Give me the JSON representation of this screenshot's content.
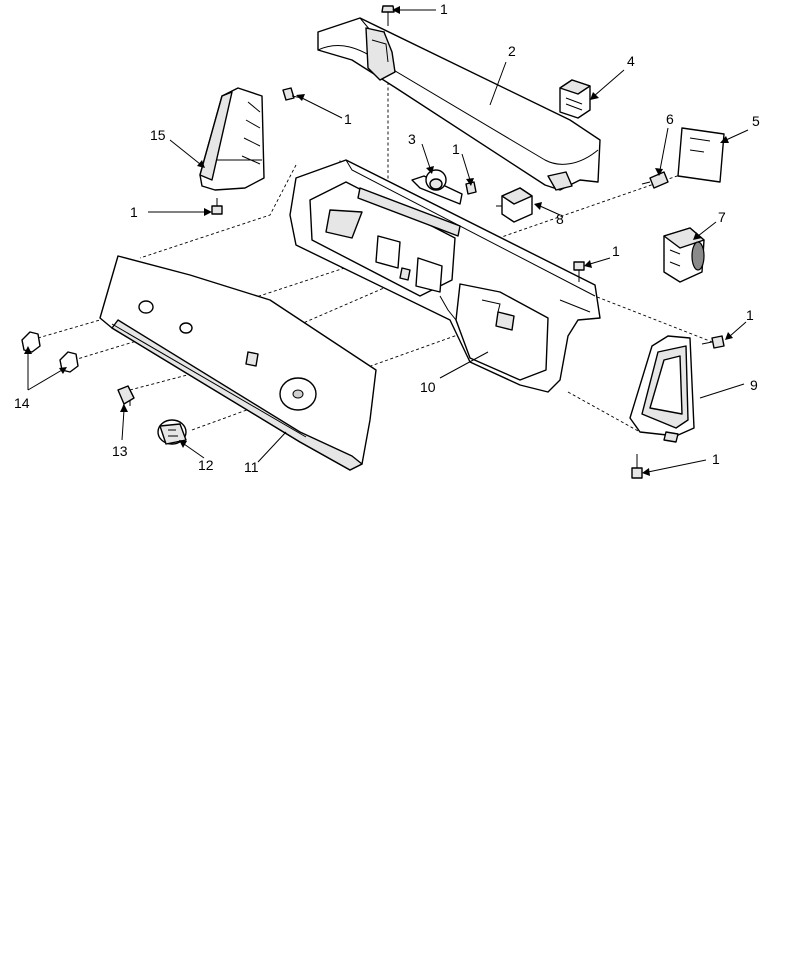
{
  "callouts": {
    "c1a": "1",
    "c1b": "1",
    "c1c": "1",
    "c1d": "1",
    "c1e": "1",
    "c1f": "1",
    "c1g": "1",
    "c2": "2",
    "c3": "3",
    "c4": "4",
    "c5": "5",
    "c6": "6",
    "c7": "7",
    "c8": "8",
    "c9": "9",
    "c10": "10",
    "c11": "11",
    "c12": "12",
    "c13": "13",
    "c14": "14",
    "c15": "15"
  }
}
